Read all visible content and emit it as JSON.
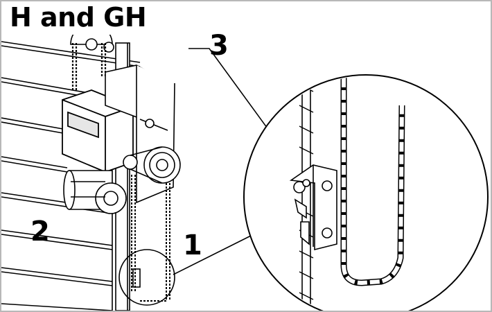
{
  "title": "H and GH",
  "callouts": {
    "one": "1",
    "two": "2",
    "three": "3"
  },
  "colors": {
    "line": "#000000",
    "panel": "#e6e6e6",
    "frame": "#b8b8b8",
    "bg": "#ffffff"
  }
}
